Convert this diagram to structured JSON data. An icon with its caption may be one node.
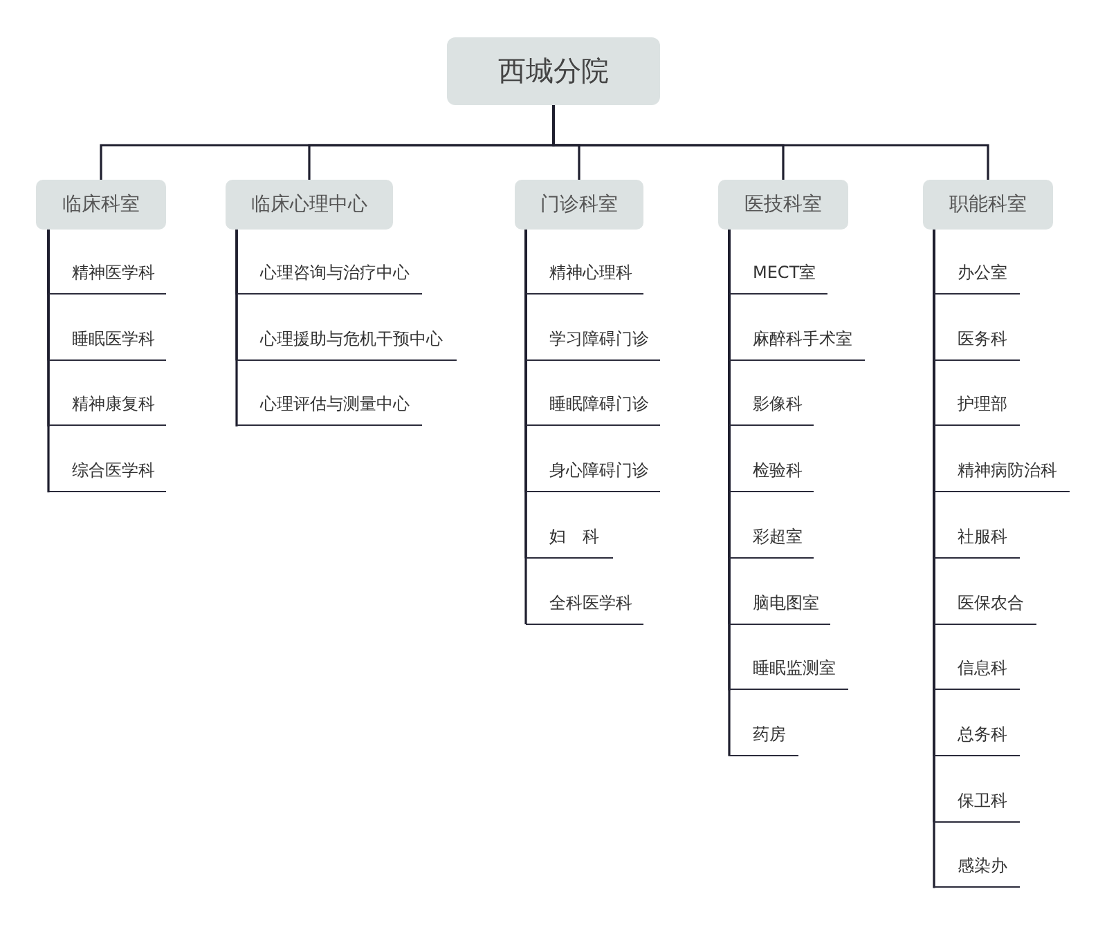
{
  "diagram": {
    "nodes": [
      {
        "text": [
          "西城分院"
        ]
      },
      {
        "text": [
          "临床科室"
        ]
      },
      {
        "text": [
          "临床心理中心"
        ]
      },
      {
        "text": [
          "门诊科室"
        ]
      },
      {
        "text": [
          "医技科室"
        ]
      },
      {
        "text": [
          "职能科室"
        ]
      },
      {
        "text": [
          "精神医学科"
        ]
      },
      {
        "text": [
          "睡眠医学科"
        ]
      },
      {
        "text": [
          "精神康复科"
        ]
      },
      {
        "text": [
          "综合医学科"
        ]
      },
      {
        "text": [
          "心理咨询与治疗中心"
        ]
      },
      {
        "text": [
          "心理援助与危机干预中心"
        ]
      },
      {
        "text": [
          "心理评估与测量中心"
        ]
      },
      {
        "text": [
          "精神心理科"
        ]
      },
      {
        "text": [
          "学习障碍门诊"
        ]
      },
      {
        "text": [
          "睡眠障碍门诊"
        ]
      },
      {
        "text": [
          "身心障碍门诊"
        ]
      },
      {
        "text": [
          "妇　科"
        ]
      },
      {
        "text": [
          "全科医学科"
        ]
      },
      {
        "text": [
          "MECT室"
        ]
      },
      {
        "text": [
          "麻醉科手术室"
        ]
      },
      {
        "text": [
          "影像科"
        ]
      },
      {
        "text": [
          "检验科"
        ]
      },
      {
        "text": [
          "彩超室"
        ]
      },
      {
        "text": [
          "脑电图室"
        ]
      },
      {
        "text": [
          "睡眠监测室"
        ]
      },
      {
        "text": [
          "药房"
        ]
      },
      {
        "text": [
          "办公室"
        ]
      },
      {
        "text": [
          "医务科"
        ]
      },
      {
        "text": [
          "护理部"
        ]
      },
      {
        "text": [
          "精神病防治科"
        ]
      },
      {
        "text": [
          "社服科"
        ]
      },
      {
        "text": [
          "医保农合"
        ]
      },
      {
        "text": [
          "信息科"
        ]
      },
      {
        "text": [
          "总务科"
        ]
      },
      {
        "text": [
          "保卫科"
        ]
      },
      {
        "text": [
          "感染办"
        ]
      }
    ],
    "edges": [
      {
        "from": 0,
        "to": 1,
        "arrow": "none"
      },
      {
        "from": 0,
        "to": 2,
        "arrow": "none"
      },
      {
        "from": 0,
        "to": 3,
        "arrow": "none"
      },
      {
        "from": 0,
        "to": 4,
        "arrow": "none"
      },
      {
        "from": 0,
        "to": 5,
        "arrow": "none"
      },
      {
        "from": 1,
        "to": 6,
        "arrow": "none"
      },
      {
        "from": 1,
        "to": 7,
        "arrow": "none"
      },
      {
        "from": 1,
        "to": 8,
        "arrow": "none"
      },
      {
        "from": 1,
        "to": 9,
        "arrow": "none"
      },
      {
        "from": 2,
        "to": 10,
        "arrow": "none"
      },
      {
        "from": 2,
        "to": 11,
        "arrow": "none"
      },
      {
        "from": 2,
        "to": 12,
        "arrow": "none"
      },
      {
        "from": 3,
        "to": 13,
        "arrow": "none"
      },
      {
        "from": 3,
        "to": 14,
        "arrow": "none"
      },
      {
        "from": 3,
        "to": 15,
        "arrow": "none"
      },
      {
        "from": 3,
        "to": 16,
        "arrow": "none"
      },
      {
        "from": 3,
        "to": 17,
        "arrow": "none"
      },
      {
        "from": 3,
        "to": 18,
        "arrow": "none"
      },
      {
        "from": 4,
        "to": 19,
        "arrow": "none"
      },
      {
        "from": 4,
        "to": 20,
        "arrow": "none"
      },
      {
        "from": 4,
        "to": 21,
        "arrow": "none"
      },
      {
        "from": 4,
        "to": 22,
        "arrow": "none"
      },
      {
        "from": 4,
        "to": 23,
        "arrow": "none"
      },
      {
        "from": 4,
        "to": 24,
        "arrow": "none"
      },
      {
        "from": 4,
        "to": 25,
        "arrow": "none"
      },
      {
        "from": 4,
        "to": 26,
        "arrow": "none"
      },
      {
        "from": 5,
        "to": 27,
        "arrow": "none"
      },
      {
        "from": 5,
        "to": 28,
        "arrow": "none"
      },
      {
        "from": 5,
        "to": 29,
        "arrow": "none"
      },
      {
        "from": 5,
        "to": 30,
        "arrow": "none"
      },
      {
        "from": 5,
        "to": 31,
        "arrow": "none"
      },
      {
        "from": 5,
        "to": 32,
        "arrow": "none"
      },
      {
        "from": 5,
        "to": 33,
        "arrow": "none"
      },
      {
        "from": 5,
        "to": 34,
        "arrow": "none"
      },
      {
        "from": 5,
        "to": 35,
        "arrow": "none"
      },
      {
        "from": 5,
        "to": 36,
        "arrow": "none"
      }
    ]
  }
}
